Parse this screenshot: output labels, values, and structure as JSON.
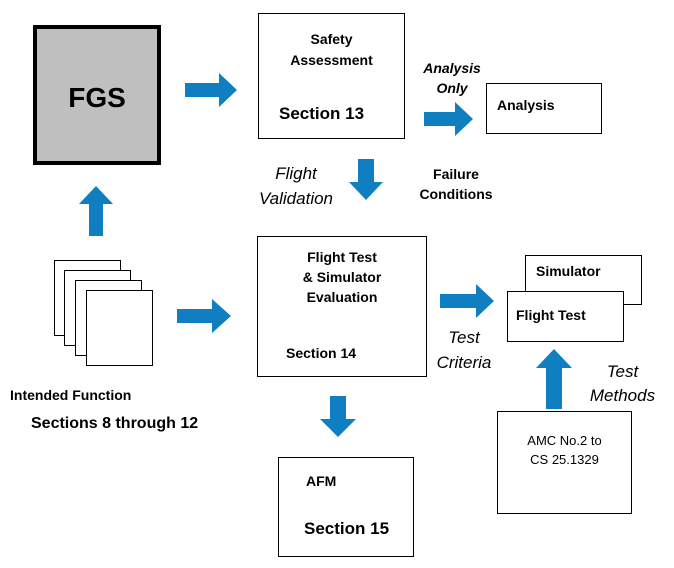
{
  "fgs": {
    "label": "FGS"
  },
  "safety": {
    "line1": "Safety",
    "line2": "Assessment",
    "section": "Section 13"
  },
  "analysis_only": {
    "line1": "Analysis",
    "line2": "Only"
  },
  "analysis": {
    "label": "Analysis"
  },
  "flight_validation": {
    "line1": "Flight",
    "line2": "Validation"
  },
  "failure_conditions": {
    "line1": "Failure",
    "line2": "Conditions"
  },
  "flight_test_sim": {
    "line1": "Flight Test",
    "line2": "& Simulator",
    "line3": "Evaluation",
    "section": "Section 14"
  },
  "intended_function": {
    "label": "Intended Function",
    "sections": "Sections 8 through 12"
  },
  "simulator": {
    "label": "Simulator"
  },
  "flight_test": {
    "label": "Flight Test"
  },
  "test_criteria": {
    "line1": "Test",
    "line2": "Criteria"
  },
  "test_methods": {
    "line1": "Test",
    "line2": "Methods"
  },
  "amc": {
    "line1": "AMC No.2 to",
    "line2": "CS 25.1329"
  },
  "afm": {
    "label": "AFM",
    "section": "Section 15"
  },
  "colors": {
    "arrow": "#0f7fc1",
    "fgs_fill": "#bfbfbf",
    "border": "#000000"
  }
}
